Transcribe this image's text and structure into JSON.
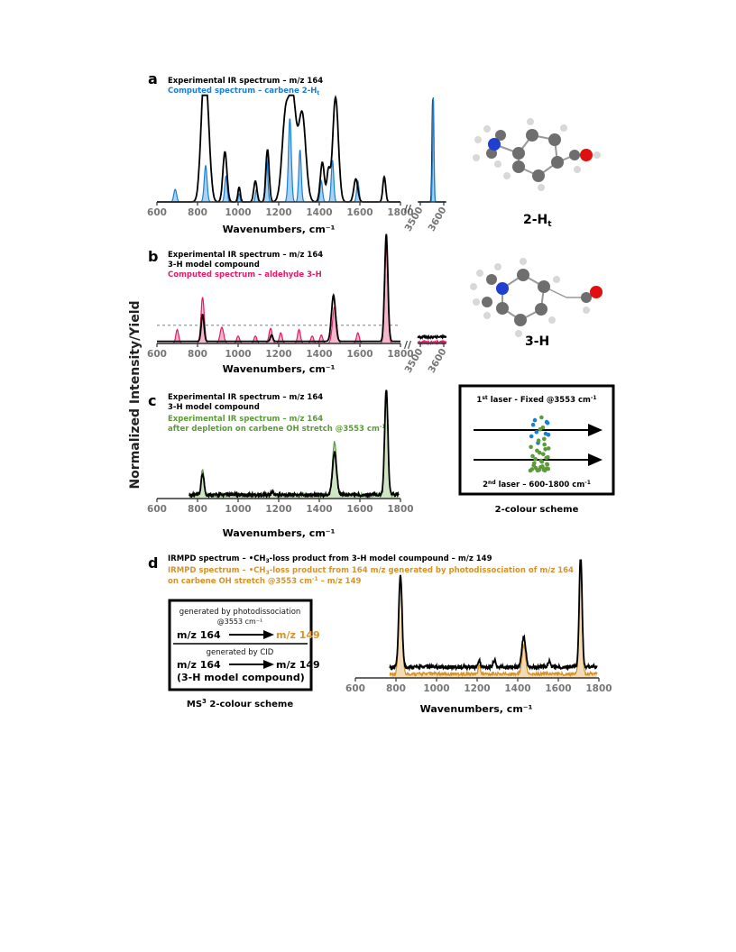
{
  "y_axis_label": "Normalized Intensity/Yield",
  "x_axis_label": "Wavenumbers, cm⁻¹",
  "break_marks": "//",
  "colors": {
    "experimental": "#000000",
    "carbene": "#1a7fd4",
    "carbene_fill": "#a9d3f3",
    "aldehyde": "#e6196a",
    "aldehyde_fill": "#f6b7cd",
    "depletion": "#5c9a3a",
    "depletion_fill": "#cfe6c2",
    "ms3": "#d6922b",
    "ms3_fill": "#f3dcb4",
    "nitrogen": "#1f3fd1",
    "oxygen": "#e01010",
    "carbon": "#6e6e6e",
    "hydrogen": "#d8d8d8"
  },
  "panels": {
    "a": {
      "letter": "a",
      "legend_1": "Experimental IR spectrum  –  m/z 164",
      "legend_2_base": "Computed spectrum  –  carbene 2-H",
      "legend_2_sub": "t",
      "molecule_label_base": "2-H",
      "molecule_label_sub": "t"
    },
    "b": {
      "letter": "b",
      "legend_1": "Experimental IR spectrum  –  m/z 164",
      "legend_2": "3-H model compound",
      "legend_3": "Computed spectrum  –  aldehyde 3-H",
      "molecule_label": "3-H"
    },
    "c": {
      "letter": "c",
      "legend_1": "Experimental IR spectrum  –  m/z 164",
      "legend_2": "3-H model compound",
      "legend_3": "Experimental IR spectrum  –  m/z 164",
      "legend_4_base": "after depletion on carbene OH stretch @3553 cm",
      "legend_4_sup": "-1",
      "scheme_laser1_base": "1",
      "scheme_laser1_sup": "st",
      "scheme_laser1_rest": " laser - Fixed @3553 cm",
      "scheme_laser1_sup2": "-1",
      "scheme_laser2_base": "2",
      "scheme_laser2_sup": "nd",
      "scheme_laser2_rest": " laser  –  600-1800 cm",
      "scheme_laser2_sup2": "-1",
      "scheme_caption": "2-colour scheme"
    },
    "d": {
      "letter": "d",
      "legend_1_a": "IRMPD spectrum  –  •CH",
      "legend_1_sub": "3",
      "legend_1_b": "-loss product from 3-H model coumpound – m/z 149",
      "legend_2_a": "IRMPD spectrum  –  •CH",
      "legend_2_sub": "3",
      "legend_2_b": "-loss product from 164 m/z generated by photodissociation of m/z 164",
      "legend_3_a": "on carbene OH stretch @3553 cm",
      "legend_3_sup": "-1",
      "legend_3_b": " – m/z 149",
      "box_line_1": "generated by photodissociation",
      "box_line_2": "@3553 cm⁻¹",
      "box_from_1": "m/z 164",
      "box_to_1": "m/z 149",
      "box_line_3": "generated by CID",
      "box_from_2": "m/z 164",
      "box_to_2": "m/z 149",
      "box_line_4": "(3-H model compound)",
      "caption_base": "MS",
      "caption_sup": "3",
      "caption_rest": " 2-colour scheme"
    }
  },
  "chart_data": [
    {
      "panel": "a",
      "type": "line",
      "xlabel": "Wavenumbers, cm⁻¹",
      "xlim": [
        600,
        1800
      ],
      "xticks": [
        600,
        800,
        1000,
        1200,
        1400,
        1600,
        1800
      ],
      "break_xlim": [
        3500,
        3600
      ],
      "break_xticks": [
        3500,
        3600
      ],
      "ylim": [
        0,
        1
      ],
      "series": [
        {
          "role": "experimental",
          "peaks": [
            [
              830,
              1.0,
              15
            ],
            [
              850,
              0.55,
              14
            ],
            [
              935,
              0.48,
              10
            ],
            [
              1005,
              0.14,
              6
            ],
            [
              1085,
              0.2,
              8
            ],
            [
              1145,
              0.5,
              8
            ],
            [
              1235,
              0.85,
              18
            ],
            [
              1270,
              0.9,
              16
            ],
            [
              1315,
              0.85,
              18
            ],
            [
              1415,
              0.38,
              10
            ],
            [
              1445,
              0.28,
              8
            ],
            [
              1480,
              1.0,
              14
            ],
            [
              1580,
              0.22,
              10
            ],
            [
              1720,
              0.24,
              7
            ]
          ],
          "break_peaks": [
            [
              3553,
              0.98,
              3
            ]
          ]
        },
        {
          "role": "computed",
          "peaks": [
            [
              690,
              0.12,
              7
            ],
            [
              840,
              0.35,
              7
            ],
            [
              940,
              0.25,
              6
            ],
            [
              1005,
              0.08,
              4
            ],
            [
              1090,
              0.12,
              5
            ],
            [
              1140,
              0.45,
              6
            ],
            [
              1255,
              0.8,
              7
            ],
            [
              1305,
              0.5,
              6
            ],
            [
              1410,
              0.2,
              6
            ],
            [
              1465,
              0.4,
              6
            ],
            [
              1590,
              0.2,
              6
            ]
          ],
          "break_peaks": [
            [
              3555,
              1.0,
              3
            ]
          ]
        }
      ]
    },
    {
      "panel": "b",
      "type": "line",
      "xlabel": "Wavenumbers, cm⁻¹",
      "xlim": [
        600,
        1800
      ],
      "xticks": [
        600,
        800,
        1000,
        1200,
        1400,
        1600,
        1800
      ],
      "break_xlim": [
        3500,
        3600
      ],
      "break_xticks": [
        3500,
        3600
      ],
      "ylim": [
        0,
        1
      ],
      "dashed_level": 0.17,
      "series": [
        {
          "role": "experimental",
          "baseline": 0.02,
          "peaks": [
            [
              825,
              0.25,
              7
            ],
            [
              1165,
              0.06,
              6
            ],
            [
              1470,
              0.43,
              10
            ],
            [
              1730,
              1.0,
              8
            ]
          ],
          "break_level": 0.05
        },
        {
          "role": "computed",
          "peaks": [
            [
              700,
              0.13,
              7
            ],
            [
              825,
              0.43,
              8
            ],
            [
              920,
              0.15,
              9
            ],
            [
              1000,
              0.07,
              7
            ],
            [
              1085,
              0.07,
              7
            ],
            [
              1160,
              0.14,
              8
            ],
            [
              1210,
              0.1,
              7
            ],
            [
              1300,
              0.13,
              7
            ],
            [
              1365,
              0.07,
              7
            ],
            [
              1410,
              0.08,
              7
            ],
            [
              1475,
              0.34,
              10
            ],
            [
              1590,
              0.1,
              7
            ],
            [
              1730,
              0.9,
              8
            ]
          ]
        }
      ]
    },
    {
      "panel": "c",
      "type": "line",
      "xlabel": "Wavenumbers, cm⁻¹",
      "xlim": [
        600,
        1800
      ],
      "xticks": [
        600,
        800,
        1000,
        1200,
        1400,
        1600,
        1800
      ],
      "ylim": [
        0,
        1
      ],
      "data_xrange": [
        760,
        1790
      ],
      "series": [
        {
          "role": "experimental",
          "baseline": 0.02,
          "peaks": [
            [
              825,
              0.2,
              7
            ],
            [
              1170,
              0.03,
              5
            ],
            [
              1475,
              0.4,
              10
            ],
            [
              1730,
              1.0,
              8
            ]
          ]
        },
        {
          "role": "depletion",
          "baseline": 0.02,
          "peaks": [
            [
              825,
              0.24,
              7
            ],
            [
              1170,
              0.04,
              5
            ],
            [
              1475,
              0.5,
              10
            ],
            [
              1730,
              0.96,
              8
            ]
          ]
        }
      ]
    },
    {
      "panel": "d",
      "type": "line",
      "xlabel": "Wavenumbers, cm⁻¹",
      "xlim": [
        600,
        1800
      ],
      "xticks": [
        600,
        800,
        1000,
        1200,
        1400,
        1600,
        1800
      ],
      "ylim": [
        0,
        1
      ],
      "data_xrange": [
        770,
        1790
      ],
      "series": [
        {
          "role": "experimental",
          "baseline": 0.08,
          "peaks": [
            [
              822,
              0.8,
              8
            ],
            [
              1210,
              0.06,
              5
            ],
            [
              1285,
              0.06,
              6
            ],
            [
              1430,
              0.27,
              9
            ],
            [
              1555,
              0.05,
              6
            ],
            [
              1710,
              1.0,
              7
            ]
          ]
        },
        {
          "role": "ms3",
          "baseline": 0.02,
          "peaks": [
            [
              822,
              0.82,
              8
            ],
            [
              1210,
              0.08,
              5
            ],
            [
              1430,
              0.24,
              9
            ],
            [
              1710,
              0.92,
              7
            ]
          ]
        }
      ]
    }
  ]
}
